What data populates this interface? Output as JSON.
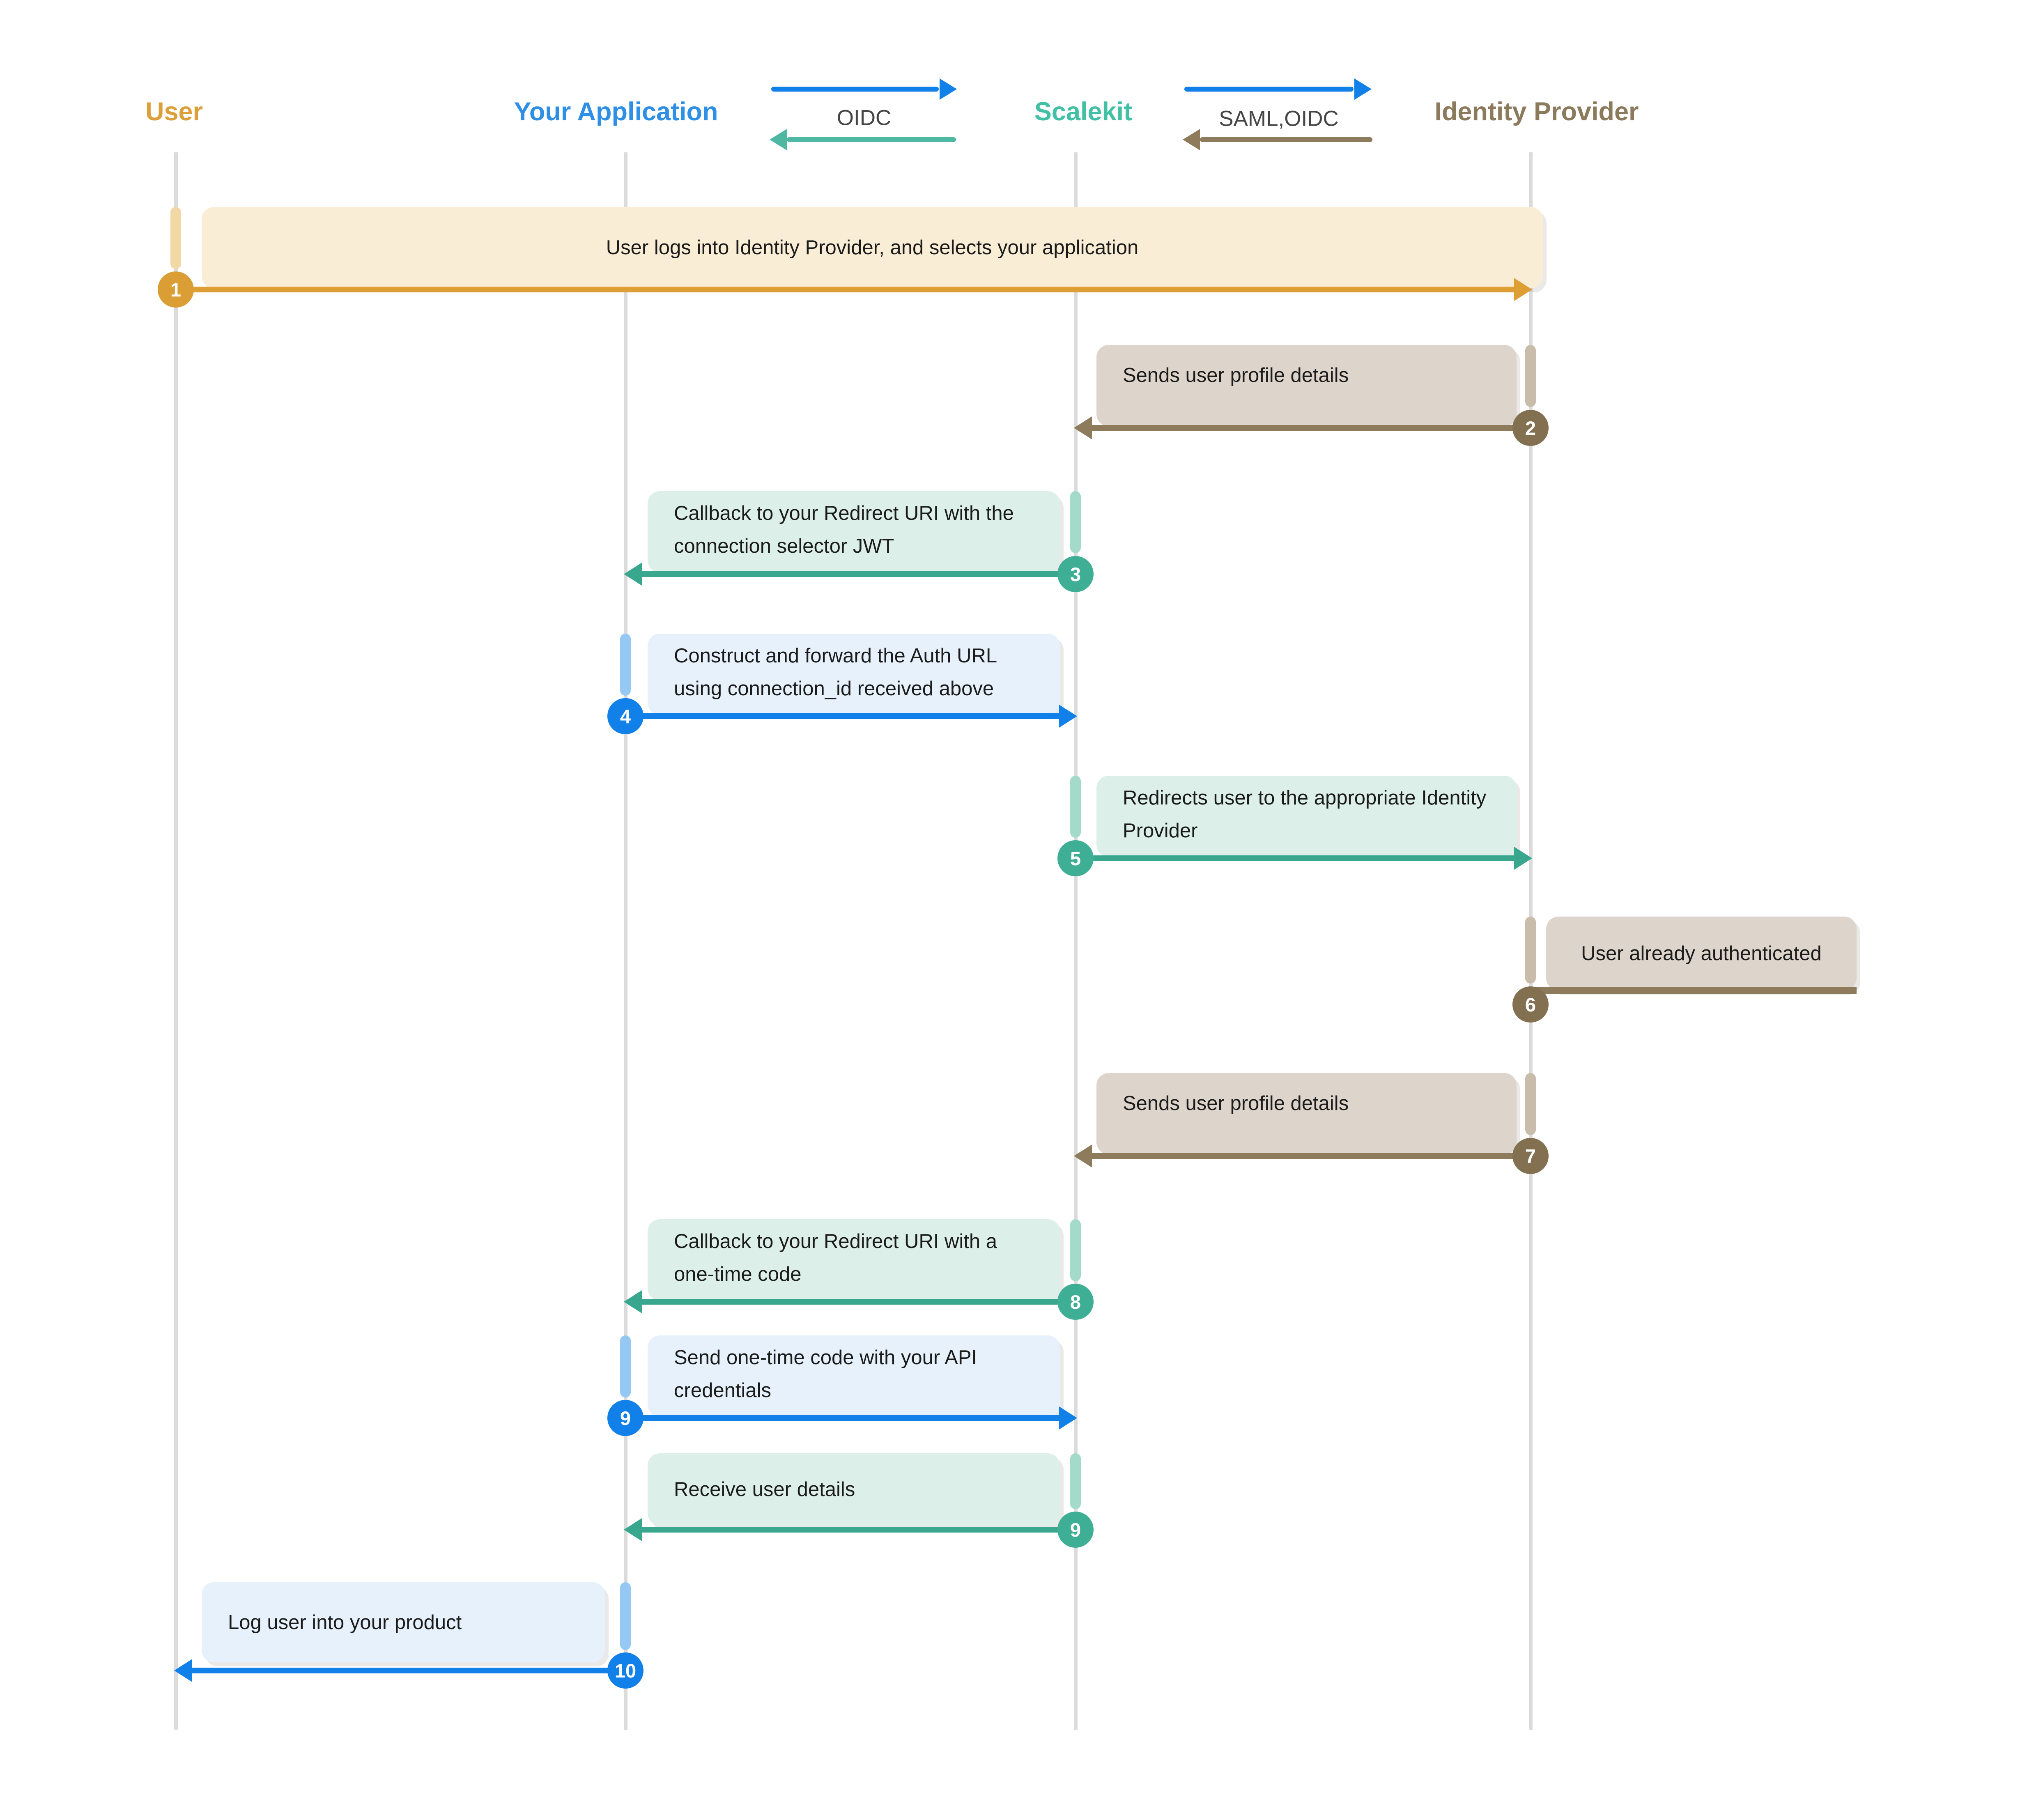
{
  "actors": [
    {
      "id": "user",
      "label": "User",
      "color": "#DC9F39"
    },
    {
      "id": "your-application",
      "label": "Your Application",
      "color": "#2E8FE6"
    },
    {
      "id": "scalekit",
      "label": "Scalekit",
      "color": "#41C0A6"
    },
    {
      "id": "identity-provider",
      "label": "Identity Provider",
      "color": "#8C7A5C"
    }
  ],
  "legend": [
    {
      "label": "OIDC",
      "forward_color": "#1180E8",
      "backward_color": "#4FB8A2"
    },
    {
      "label": "SAML,OIDC",
      "forward_color": "#1180E8",
      "backward_color": "#8D7B5B"
    }
  ],
  "steps": [
    {
      "num": "1",
      "text": "User logs into Identity Provider, and selects your application",
      "from": "User",
      "to": "Identity Provider",
      "theme": "amber"
    },
    {
      "num": "2",
      "text": "Sends user profile details",
      "from": "Identity Provider",
      "to": "Scalekit",
      "theme": "brown"
    },
    {
      "num": "3",
      "text": "Callback to your Redirect URI with the connection selector JWT",
      "from": "Scalekit",
      "to": "Your Application",
      "theme": "teal"
    },
    {
      "num": "4",
      "text": "Construct and forward the Auth URL using connection_id received above",
      "from": "Your Application",
      "to": "Scalekit",
      "theme": "blue"
    },
    {
      "num": "5",
      "text": "Redirects user to the appropriate Identity Provider",
      "from": "Scalekit",
      "to": "Identity Provider",
      "theme": "teal"
    },
    {
      "num": "6",
      "text": "User already authenticated",
      "from": "Identity Provider",
      "to": "Identity Provider",
      "theme": "brown"
    },
    {
      "num": "7",
      "text": "Sends user profile details",
      "from": "Identity Provider",
      "to": "Scalekit",
      "theme": "brown"
    },
    {
      "num": "8",
      "text": "Callback to your Redirect URI with a one-time code",
      "from": "Scalekit",
      "to": "Your Application",
      "theme": "teal"
    },
    {
      "num": "9",
      "text": "Send one-time code with your API credentials",
      "from": "Your Application",
      "to": "Scalekit",
      "theme": "blue"
    },
    {
      "num": "9",
      "text": "Receive user details",
      "from": "Scalekit",
      "to": "Your Application",
      "theme": "teal"
    },
    {
      "num": "10",
      "text": "Log user into your product",
      "from": "Your Application",
      "to": "User",
      "theme": "blue"
    }
  ],
  "colors": {
    "background": "#FFFFFF",
    "lifeline": "#DBDBDB",
    "note_text": "#1B1B1B",
    "amber_line": "#DD9E33",
    "amber_box": "#FAEDD6",
    "amber_bar": "#F2D8A5",
    "brown_line": "#8D7B5B",
    "brown_badge": "#837050",
    "brown_box": "#DDD5CB",
    "brown_bar": "#C9BCAA",
    "teal_line": "#38A78E",
    "teal_badge": "#3EAF94",
    "teal_box": "#DCEFE8",
    "teal_bar": "#A3DACA",
    "blue_line": "#1180E8",
    "blue_box": "#E6F1FB",
    "blue_bar": "#95C8F3"
  }
}
